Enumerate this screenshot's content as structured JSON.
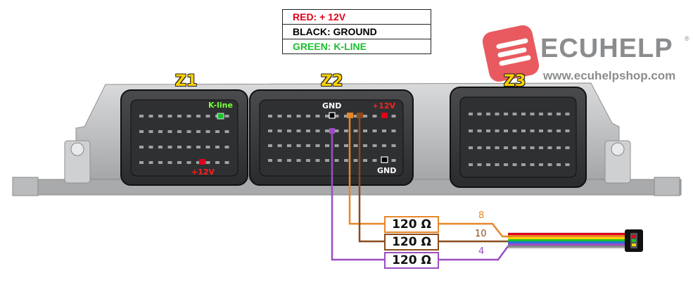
{
  "legend": {
    "red": "RED: + 12V",
    "black": "BLACK: GROUND",
    "green": "GREEN: K-LINE"
  },
  "brand": {
    "name": "ECUHELP",
    "registered": "®",
    "url": "www.ecuhelpshop.com",
    "logo_color": "#e85a5f",
    "text_color": "#8a8c8e"
  },
  "connectors": [
    {
      "label": "Z1"
    },
    {
      "label": "Z2"
    },
    {
      "label": "Z3"
    }
  ],
  "pin_labels": {
    "z1_kline": "K-line",
    "z1_12v": "+12V",
    "z2_gnd_top": "GND",
    "z2_12v": "+12V",
    "z2_gnd_bottom": "GND"
  },
  "resistors": [
    {
      "label": "120 Ω",
      "wire_number": "8",
      "color": "#e8862a"
    },
    {
      "label": "120 Ω",
      "wire_number": "10",
      "color": "#8a4a1c"
    },
    {
      "label": "120 Ω",
      "wire_number": "4",
      "color": "#9b4ec0"
    }
  ],
  "colors": {
    "plus12v": "#e0001a",
    "ground": "#000000",
    "kline": "#18c02c",
    "connector_label": "#ffd200"
  }
}
